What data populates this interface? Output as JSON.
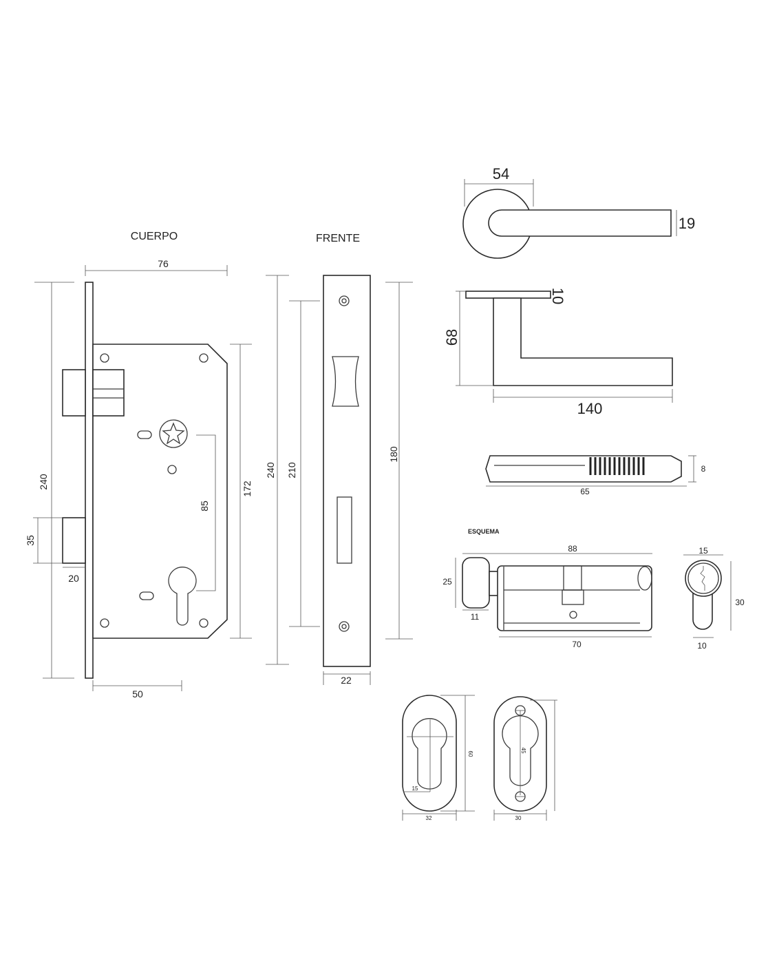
{
  "cuerpo": {
    "title": "CUERPO",
    "dims": {
      "width": "76",
      "height": "240",
      "deadbolt": "35",
      "bolt_depth": "20",
      "backset": "50",
      "body_height": "172",
      "center_distance": "85"
    }
  },
  "frente": {
    "title": "FRENTE",
    "dims": {
      "height": "240",
      "screws": "210",
      "strike": "180",
      "width": "22"
    }
  },
  "handle": {
    "dims": {
      "rose": "54",
      "lever_thickness": "19",
      "plate": "10",
      "projection": "68",
      "length": "140"
    }
  },
  "key": {
    "dims": {
      "height": "8",
      "length": "65"
    }
  },
  "cylinder": {
    "title": "ESQUEMA",
    "dims": {
      "total": "88",
      "knob_height": "25",
      "knob_width": "11",
      "body": "70",
      "profile_width": "15",
      "profile_height": "30",
      "tail": "10"
    }
  },
  "escutcheons": {
    "oval_a": {
      "height": "60",
      "offset": "15",
      "width": "32"
    },
    "oval_b": {
      "screws": "45",
      "width": "30"
    }
  }
}
